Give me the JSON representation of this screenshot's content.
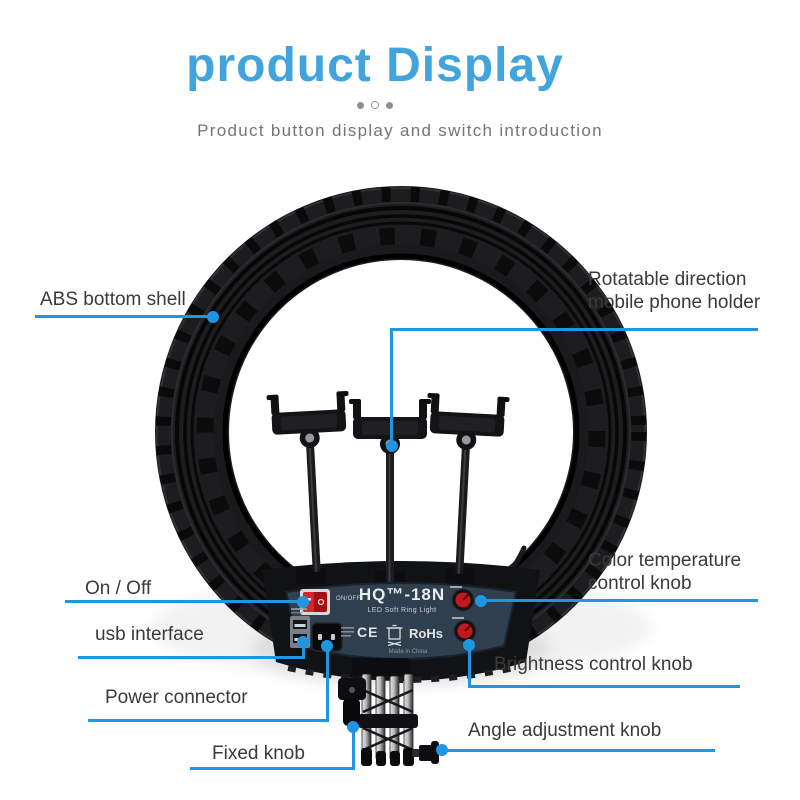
{
  "header": {
    "title": "product Display",
    "subtitle": "Product button display and switch introduction"
  },
  "callouts": {
    "abs_bottom_shell": "ABS bottom shell",
    "rotatable_holder": "Rotatable direction mobile phone holder",
    "on_off": "On / Off",
    "usb_interface": "usb interface",
    "power_connector": "Power connector",
    "fixed_knob": "Fixed knob",
    "color_temperature_knob": "Color temperature control knob",
    "brightness_knob": "Brightness control knob",
    "angle_adjustment_knob": "Angle adjustment knob"
  },
  "device_panel": {
    "model": "HQ™-18N",
    "product_name": "LED Soft Ring Light",
    "switch_label": "ON/OFF",
    "ce_mark": "CE",
    "rohs_label": "RoHs",
    "made_in": "Made in China"
  },
  "colors": {
    "title_blue": "#41a4dd",
    "callout_blue": "#2095e0",
    "label_gray": "#3a3a3a",
    "subtitle_gray": "#757575",
    "panel_slate": "#2f3f4e",
    "knob_red": "#c11a1e"
  }
}
